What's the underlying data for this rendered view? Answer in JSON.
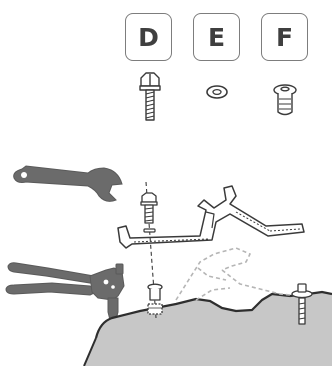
{
  "parts": {
    "d": {
      "label": "D",
      "name": "bolt"
    },
    "e": {
      "label": "E",
      "name": "washer"
    },
    "f": {
      "label": "F",
      "name": "rivet-nut"
    }
  },
  "tools": [
    "wrench",
    "rivet-gun"
  ],
  "colors": {
    "line": "#3a3a3a",
    "tool_fill": "#6b6b6b",
    "ghost": "#b5b5b5",
    "base": "#c7c7c7"
  }
}
